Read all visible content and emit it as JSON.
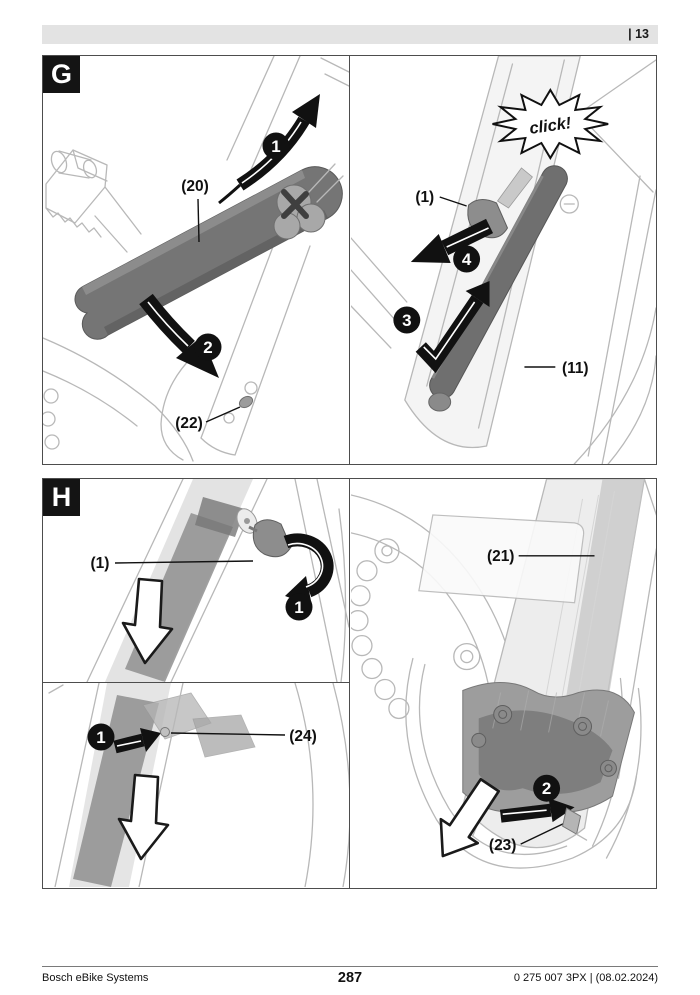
{
  "header": {
    "page_marker": "| 13"
  },
  "figures": {
    "g": {
      "tag": "G",
      "click_label": "click!",
      "panels": {
        "left": {
          "part_20": "(20)",
          "part_22": "(22)",
          "step_1": "1",
          "step_2": "2"
        },
        "right": {
          "part_1": "(1)",
          "part_11": "(11)",
          "step_3": "3",
          "step_4": "4"
        }
      }
    },
    "h": {
      "tag": "H",
      "panels": {
        "top_left": {
          "part_1": "(1)",
          "step_1": "1"
        },
        "bottom_left": {
          "part_24": "(24)",
          "step_1": "1"
        },
        "right": {
          "part_21": "(21)",
          "part_23": "(23)",
          "step_2": "2"
        }
      }
    }
  },
  "footer": {
    "brand": "Bosch eBike Systems",
    "page_number": "287",
    "doc_number": "0 275 007 3PX | (08.02.2024)"
  },
  "colors": {
    "header_bar": "#e3e3e3",
    "panel_border": "#4d4d4d",
    "figure_tag_bg": "#141414",
    "battery_gray": "#757575",
    "key_gray": "#8d8d8d",
    "arrow_black": "#111111"
  }
}
